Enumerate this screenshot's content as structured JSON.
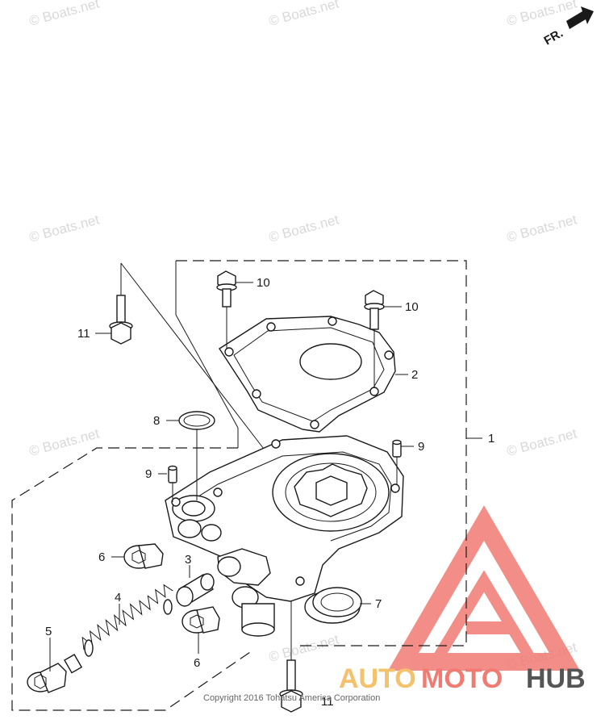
{
  "watermark": "© Boats.net",
  "direction": {
    "label": "FR."
  },
  "callouts": {
    "c1": "1",
    "c2": "2",
    "c3": "3",
    "c4": "4",
    "c5": "5",
    "c6a": "6",
    "c6b": "6",
    "c7": "7",
    "c8": "8",
    "c9a": "9",
    "c9b": "9",
    "c10a": "10",
    "c10b": "10",
    "c11a": "11",
    "c11b": "11"
  },
  "copyright": "Copyright 2016 Tohatsu America Corporation",
  "brand": {
    "part1": "AUTO",
    "part2": "MOTO",
    "part3": "HUB"
  },
  "colors": {
    "brand_red": "#f07b73",
    "brand_yellow": "#f5c26b",
    "brand_gray": "#555555"
  }
}
